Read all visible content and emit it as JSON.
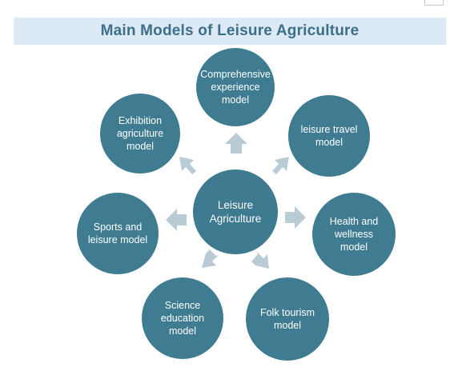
{
  "title": "Main Models of Leisure Agriculture",
  "center": {
    "label": "Leisure\nAgriculture"
  },
  "nodes": [
    {
      "label": "Comprehensive\nexperience\nmodel"
    },
    {
      "label": "leisure travel\nmodel"
    },
    {
      "label": "Health and\nwellness model"
    },
    {
      "label": "Folk tourism\nmodel"
    },
    {
      "label": "Science\neducation\nmodel"
    },
    {
      "label": "Sports and\nleisure model"
    },
    {
      "label": "Exhibition\nagriculture\nmodel"
    }
  ],
  "colors": {
    "node_fill": "#3f7c92",
    "arrow_fill": "#b9cbd4",
    "title_band": "#dbeaf5",
    "title_text": "#3d6f8a",
    "label_text": "#ffffff"
  }
}
